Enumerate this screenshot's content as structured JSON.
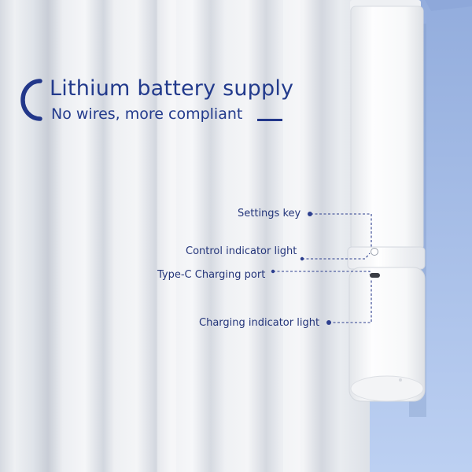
{
  "headline": {
    "title": "Lithium battery supply",
    "subtitle": "No wires, more compliant"
  },
  "callouts": {
    "settings_key": "Settings key",
    "control_light": "Control indicator light",
    "type_c_port": "Type-C Charging port",
    "charging_light": "Charging indicator light"
  },
  "colors": {
    "accent": "#22378a",
    "wall_blue": "#a9bfe8",
    "curtain": "#eceef1",
    "device": "#fbfbfc"
  }
}
